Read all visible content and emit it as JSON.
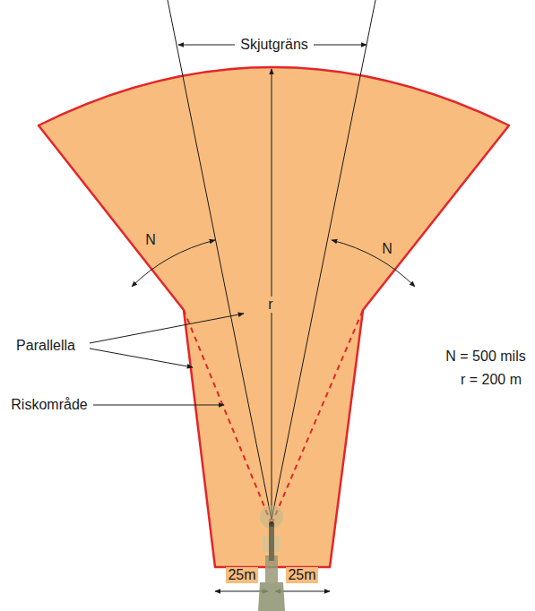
{
  "diagram": {
    "labels": [
      "Skjutgräns",
      "N",
      "N",
      "r",
      "N = 500 mils",
      "r = 200 m",
      "Parallella",
      "Riskområde",
      "25m",
      "25m"
    ]
  }
}
